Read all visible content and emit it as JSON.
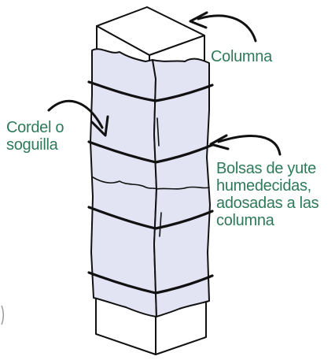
{
  "colors": {
    "label": "#2e7a5a",
    "burlap_fill": "#e2e3f3",
    "outline": "#111111",
    "column_fill": "#ffffff"
  },
  "labels": {
    "columna": "Columna",
    "cordel": [
      "Cordel o",
      "soguilla"
    ],
    "bolsas": [
      "Bolsas de yute",
      "humedecidas,",
      "adosadas a las",
      "columna"
    ]
  }
}
